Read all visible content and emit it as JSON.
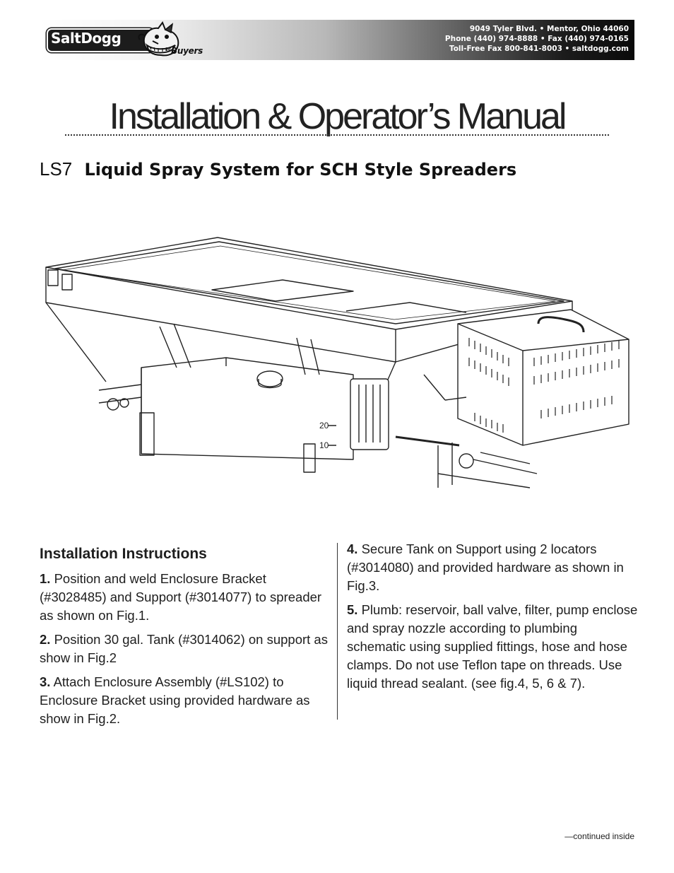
{
  "header": {
    "logo_text": "SaltDogg",
    "logo_by": "by",
    "logo_brand": "Buyers",
    "address_line1": "9049 Tyler Blvd. • Mentor, Ohio 44060",
    "address_line2": "Phone (440) 974-8888 • Fax (440) 974-0165",
    "address_line3": "Toll-Free Fax 800-841-8003 • saltdogg.com"
  },
  "title": "Installation & Operator’s Manual",
  "subtitle": {
    "model": "LS7",
    "description": "Liquid Spray System for SCH Style Spreaders"
  },
  "figure": {
    "gauge_20": "20",
    "gauge_10": "10"
  },
  "instructions": {
    "heading": "Installation Instructions",
    "steps": [
      {
        "num": "1.",
        "text": "Position and weld Enclosure Bracket (#3028485) and Support (#3014077) to spreader as shown on Fig.1."
      },
      {
        "num": "2.",
        "text": "Position 30 gal. Tank (#3014062) on support as show in Fig.2"
      },
      {
        "num": "3.",
        "text": "Attach Enclosure Assembly (#LS102) to Enclosure Bracket using provided hardware as show in Fig.2."
      },
      {
        "num": "4.",
        "text": "Secure Tank on Support using 2 locators (#3014080) and provided hardware as shown in Fig.3."
      },
      {
        "num": "5.",
        "text": "Plumb: reservoir, ball valve, filter, pump enclose and spray nozzle according to plumbing schematic using supplied fittings, hose and hose clamps. Do not use Teflon tape on threads. Use liquid thread sealant. (see fig.4, 5, 6 & 7)."
      }
    ]
  },
  "footer": {
    "continued": "—continued inside"
  }
}
